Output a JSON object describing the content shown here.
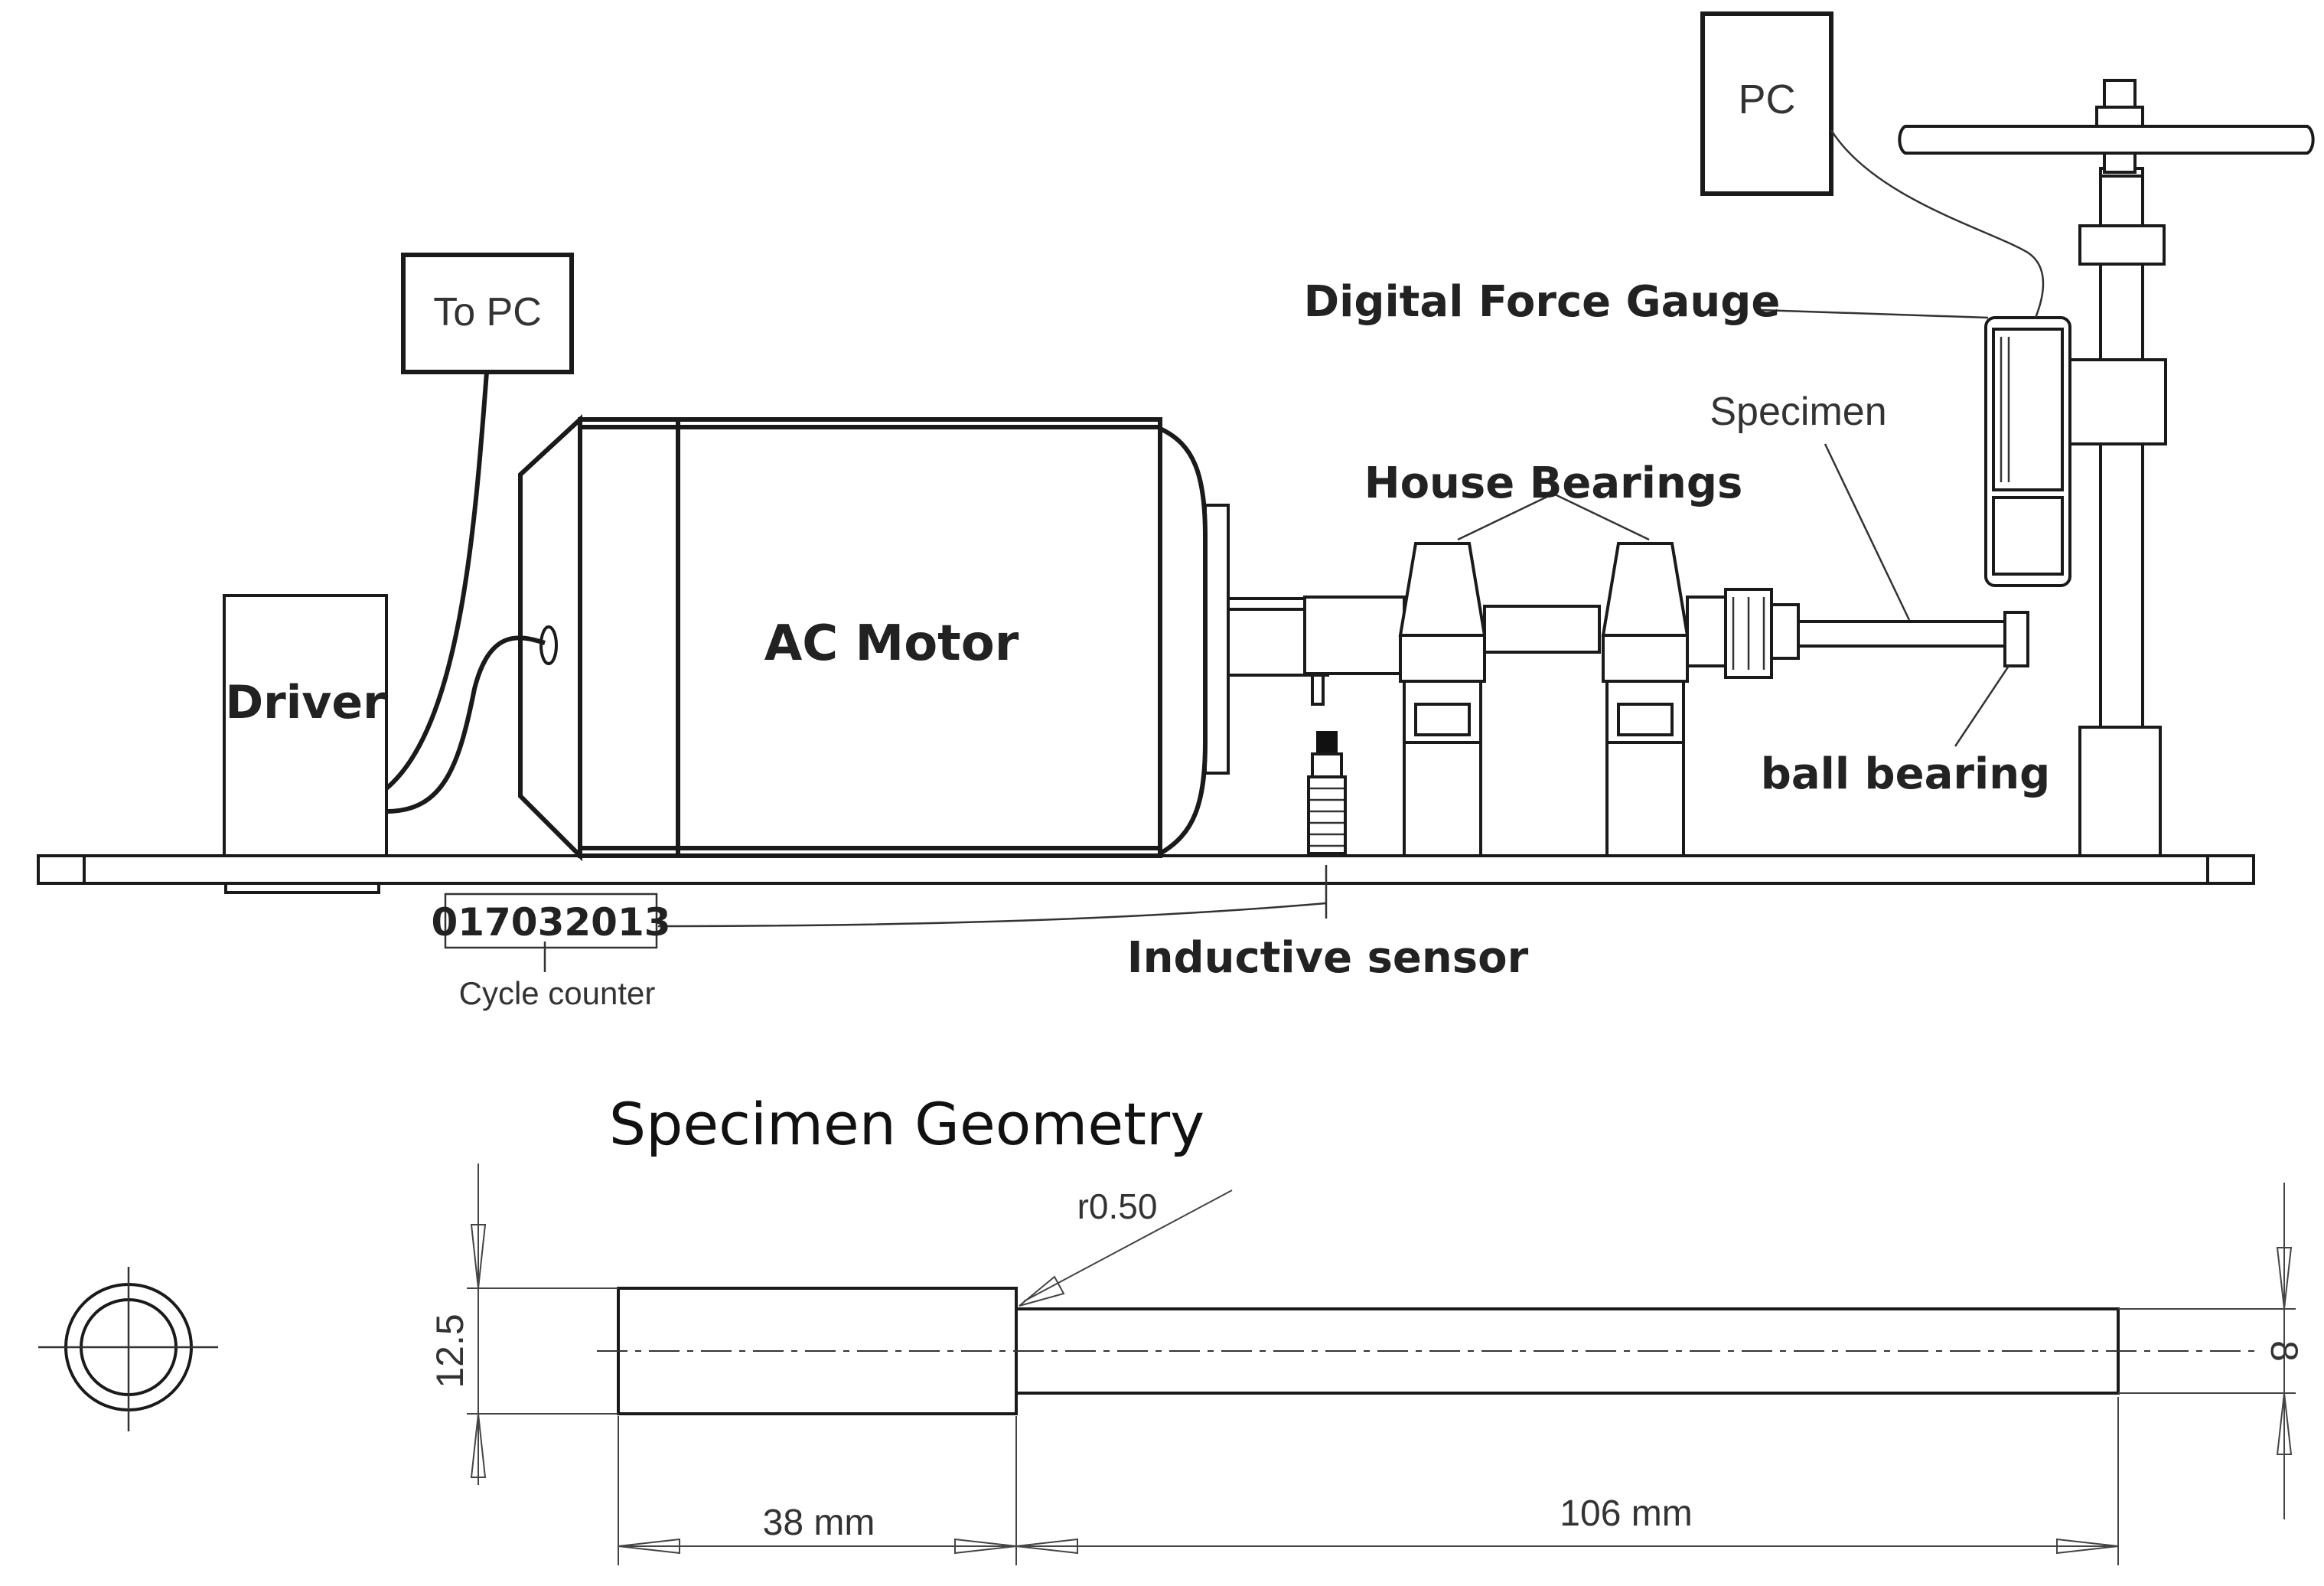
{
  "setup": {
    "labels": {
      "to_pc": "To PC",
      "pc": "PC",
      "driver": "Driver",
      "ac_motor": "AC Motor",
      "digital_force_gauge": "Digital Force Gauge",
      "specimen": "Specimen",
      "house_bearings": "House Bearings",
      "ball_bearing": "ball bearing",
      "counter_value": "017032013",
      "cycle_counter": "Cycle counter",
      "inductive_sensor": "Inductive sensor"
    }
  },
  "geometry": {
    "title": "Specimen Geometry",
    "fillet_radius": "r0.50",
    "large_diameter": "12.5",
    "small_diameter": "8",
    "length_large": "38 mm",
    "length_small": "106 mm"
  }
}
